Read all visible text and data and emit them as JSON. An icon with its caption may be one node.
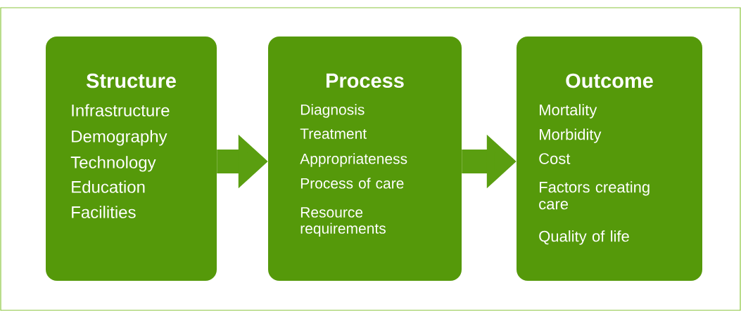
{
  "diagram": {
    "nodes": [
      {
        "text": [
          "Structure",
          "Infrastructure",
          "Demography",
          "Technology",
          "Education",
          "Facilities"
        ]
      },
      {
        "text": [
          "Process",
          "Diagnosis",
          "Treatment",
          "Appropriateness",
          "Process of care",
          "Resource requirements"
        ]
      },
      {
        "text": [
          "Outcome",
          "Mortality",
          "Morbidity",
          "Cost",
          "Factors creating care",
          "Quality of life"
        ]
      }
    ],
    "edges": [
      {
        "from": 0,
        "to": 1,
        "arrow": "to"
      },
      {
        "from": 1,
        "to": 2,
        "arrow": "to"
      }
    ]
  }
}
